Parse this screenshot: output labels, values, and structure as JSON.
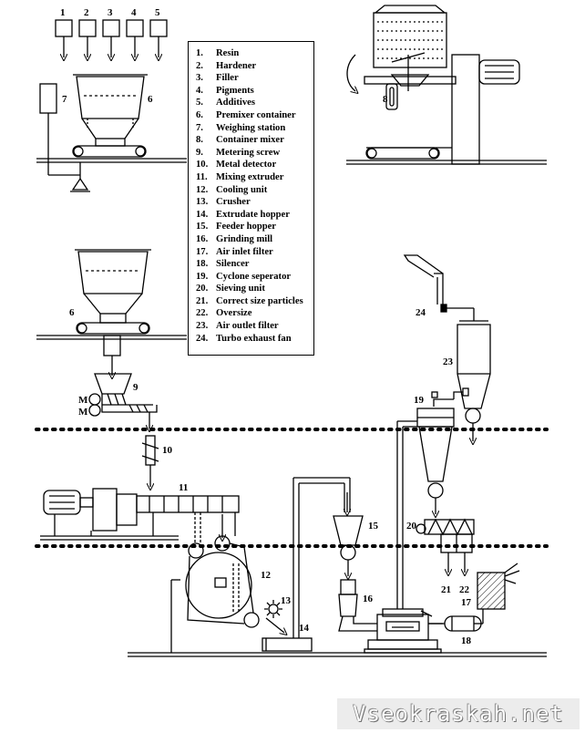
{
  "legend": [
    {
      "num": "1.",
      "text": "Resin"
    },
    {
      "num": "2.",
      "text": "Hardener"
    },
    {
      "num": "3.",
      "text": "Filler"
    },
    {
      "num": "4.",
      "text": "Pigments"
    },
    {
      "num": "5.",
      "text": "Additives"
    },
    {
      "num": "6.",
      "text": "Premixer container"
    },
    {
      "num": "7.",
      "text": "Weighing  station"
    },
    {
      "num": "8.",
      "text": "Container  mixer"
    },
    {
      "num": "9.",
      "text": "Metering screw"
    },
    {
      "num": "10.",
      "text": "Metal detector"
    },
    {
      "num": "11.",
      "text": "Mixing extruder"
    },
    {
      "num": "12.",
      "text": "Cooling unit"
    },
    {
      "num": "13.",
      "text": "Crusher"
    },
    {
      "num": "14.",
      "text": "Extrudate hopper"
    },
    {
      "num": "15.",
      "text": "Feeder hopper"
    },
    {
      "num": "16.",
      "text": "Grinding mill"
    },
    {
      "num": "17.",
      "text": "Air inlet filter"
    },
    {
      "num": "18.",
      "text": "Silencer"
    },
    {
      "num": "19.",
      "text": "Cyclone seperator"
    },
    {
      "num": "20.",
      "text": "Sieving unit"
    },
    {
      "num": "21.",
      "text": "Correct size particles"
    },
    {
      "num": "22.",
      "text": "Oversize"
    },
    {
      "num": "23.",
      "text": "Air outlet filter"
    },
    {
      "num": "24.",
      "text": "Turbo exhaust fan"
    }
  ],
  "labels": {
    "n1": "1",
    "n2": "2",
    "n3": "3",
    "n4": "4",
    "n5": "5",
    "n6a": "6",
    "n6b": "6",
    "n7": "7",
    "n8": "8",
    "n9": "9",
    "n10": "10",
    "n11": "11",
    "n12": "12",
    "n13": "13",
    "n14": "14",
    "n15": "15",
    "n16": "16",
    "n17": "17",
    "n18": "18",
    "n19": "19",
    "n20": "20",
    "n21": "21",
    "n22": "22",
    "n23": "23",
    "n24": "24",
    "motor_a": "M",
    "motor_b": "M"
  },
  "watermark": "Vseokraskah.net"
}
